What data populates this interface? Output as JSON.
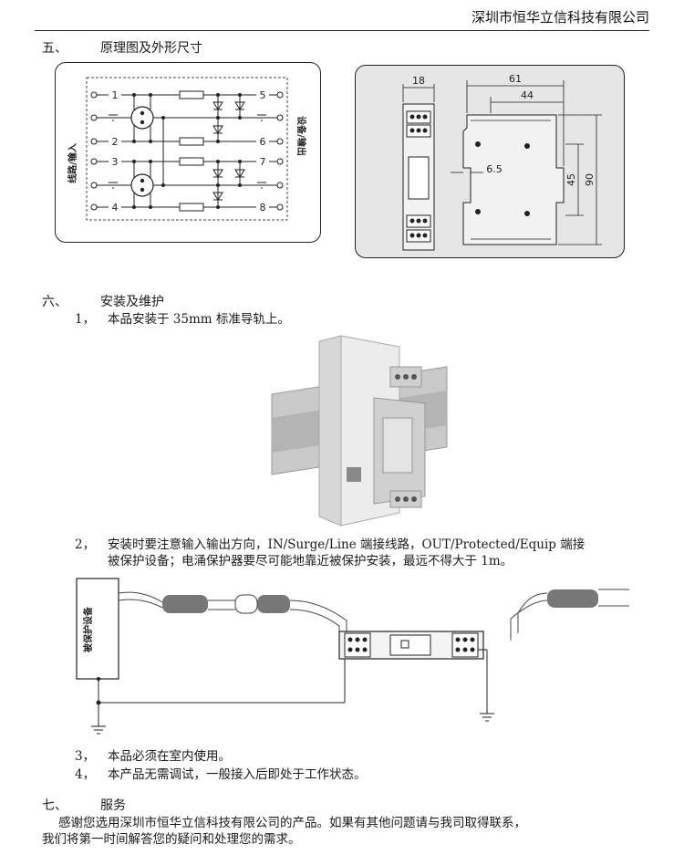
{
  "header": {
    "company": "深圳市恒华立信科技有限公司"
  },
  "section5": {
    "num": "五、",
    "title": "原理图及外形尺寸",
    "schematic": {
      "pins": [
        "1",
        "2",
        "3",
        "4",
        "5",
        "6",
        "7",
        "8"
      ],
      "left_label": "线路/输入",
      "right_label": "设备/输出"
    },
    "dimensions": {
      "d18": "18",
      "d61": "61",
      "d44": "44",
      "d6_5": "6.5",
      "d45": "45",
      "d90": "90"
    }
  },
  "section6": {
    "num": "六、",
    "title": "安装及维护",
    "items": [
      {
        "num": "1，",
        "text": "本品安装于 35mm 标准导轨上。"
      },
      {
        "num": "2，",
        "text": "安装时要注意输入输出方向，IN/Surge/Line 端接线路，OUT/Protected/Equip 端接",
        "text2": "被保护设备；电涌保护器要尽可能地靠近被保护安装，最远不得大于 1m。"
      },
      {
        "num": "3，",
        "text": "本品必须在室内使用。"
      },
      {
        "num": "4，",
        "text": "本产品无需调试，一般接入后即处于工作状态。"
      }
    ],
    "wiring": {
      "device_label": "被保护设备"
    }
  },
  "section7": {
    "num": "七、",
    "title": "服务",
    "text1": "感谢您选用深圳市恒华立信科技有限公司的产品。如果有其他问题请与我司取得联系，",
    "text2": "我们将第一时间解答您的疑问和处理您的需求。"
  }
}
